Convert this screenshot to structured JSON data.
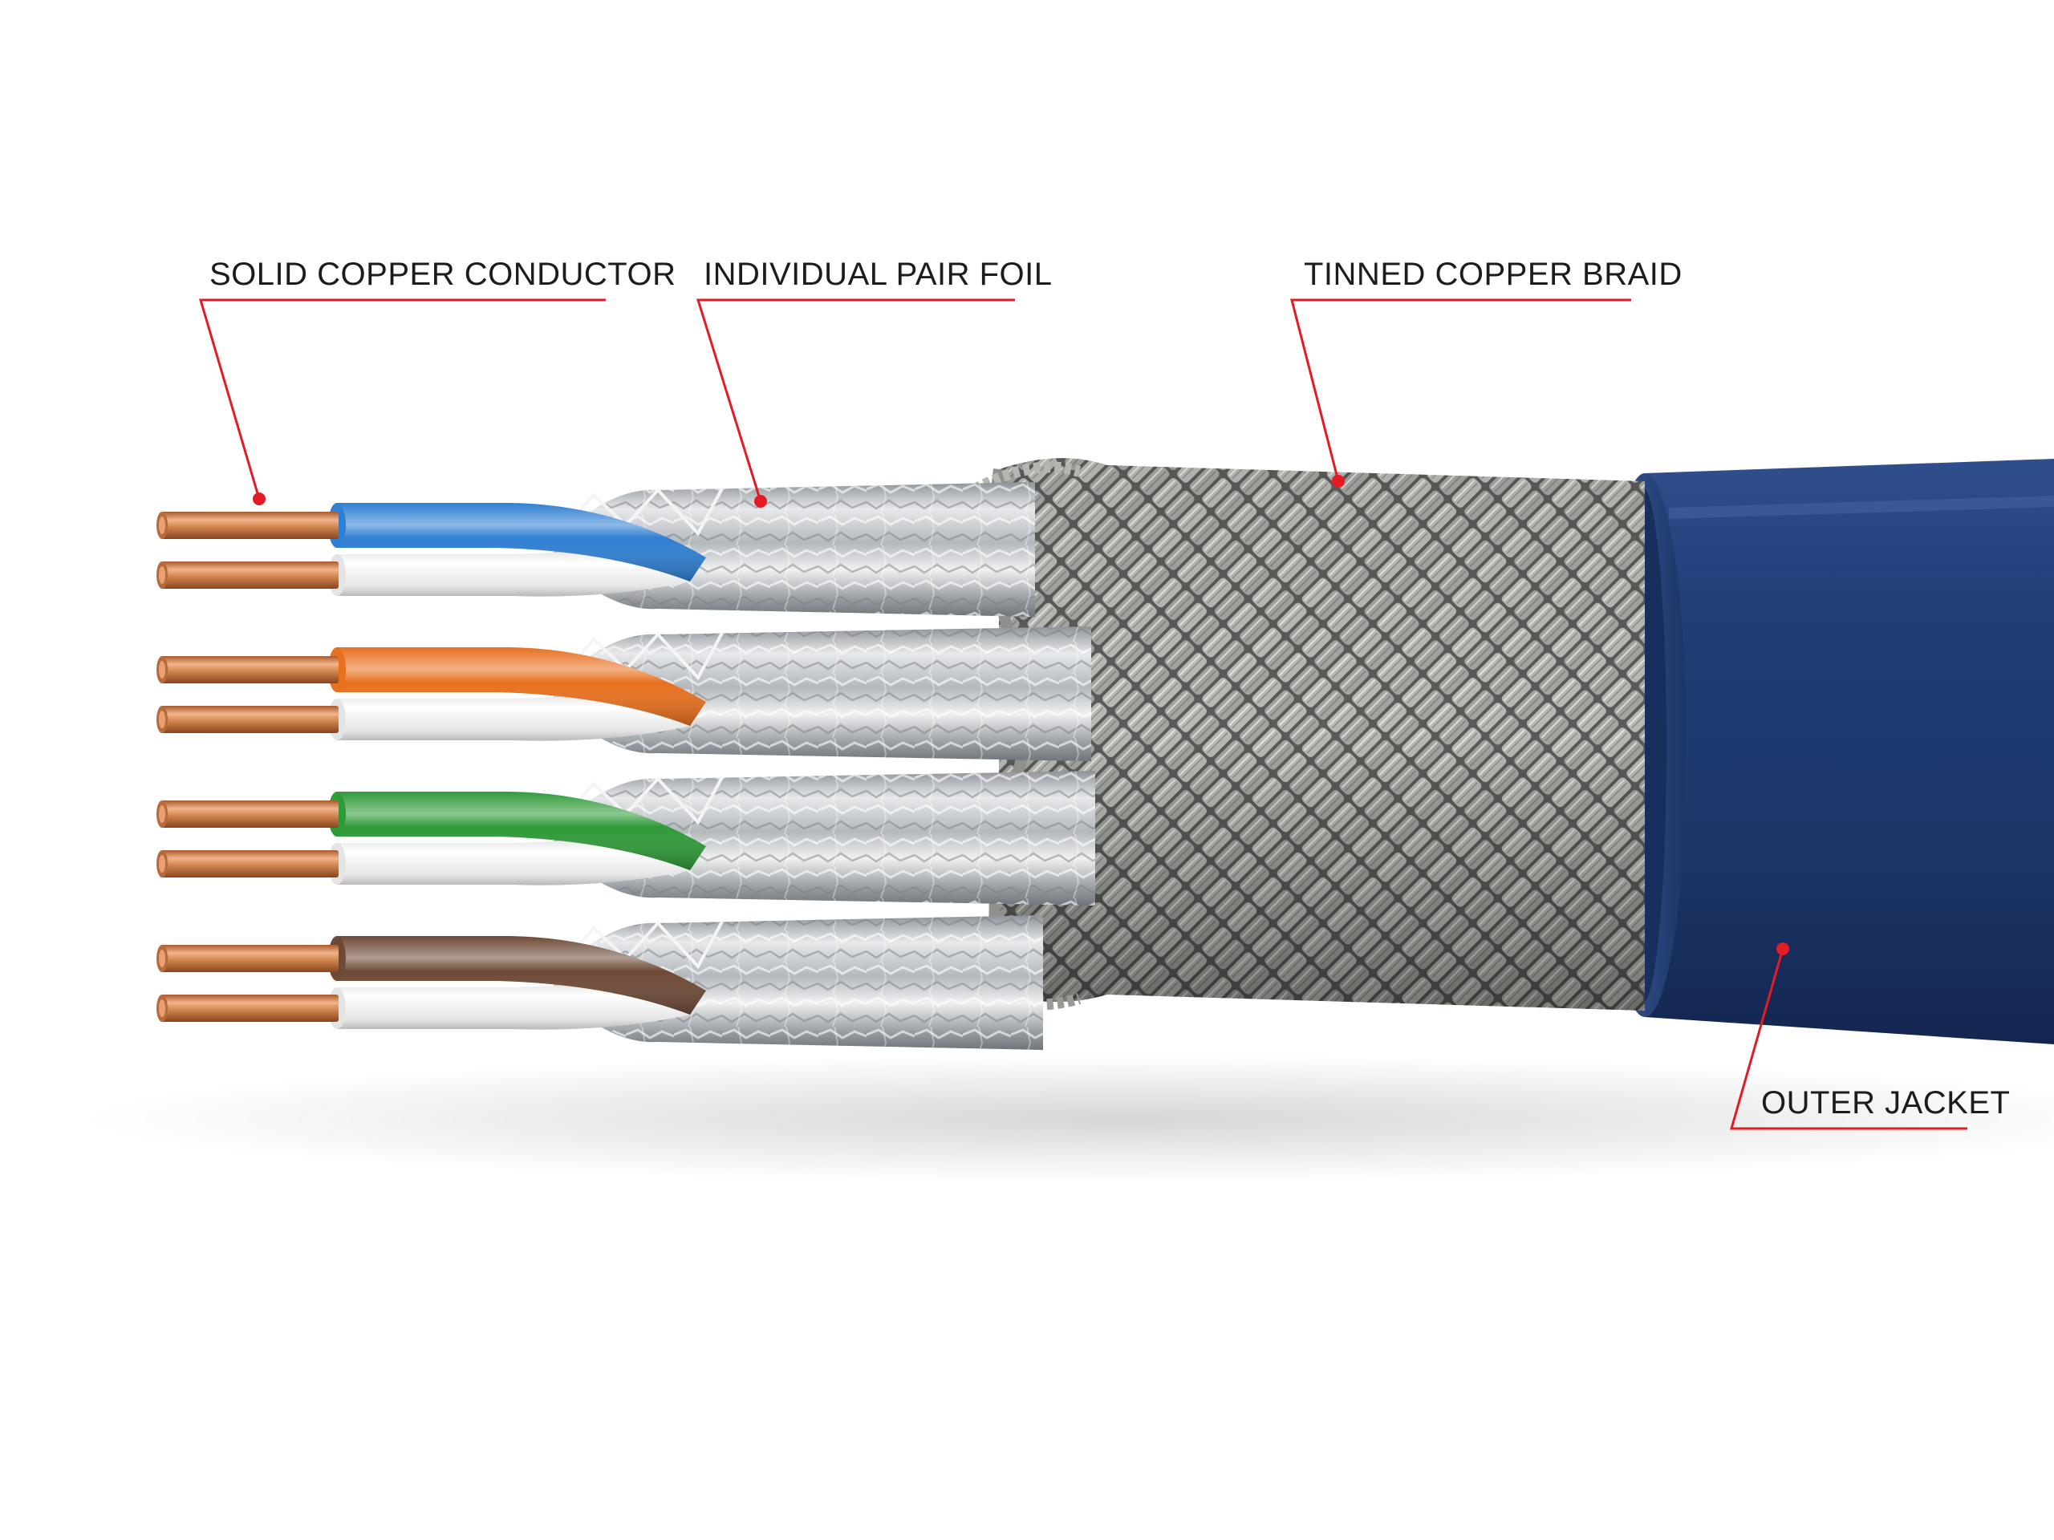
{
  "labels": {
    "conductor": "SOLID COPPER CONDUCTOR",
    "pair_foil": "INDIVIDUAL PAIR FOIL",
    "braid": "TINNED COPPER BRAID",
    "jacket": "OUTER JACKET"
  },
  "colors": {
    "leader": "#e41b23",
    "jacket": "#1f3a6e",
    "copper": "#d2874f",
    "foil": "#c9cdd1",
    "braid": "#9a9a96",
    "pair_blue": "#2f7fd2",
    "pair_orange": "#e8701f",
    "pair_green": "#2f9a38",
    "pair_brown": "#6e4a36",
    "insulation_white": "#f1f1f1"
  },
  "pairs": [
    {
      "color_name": "blue",
      "hex": "#2f7fd2"
    },
    {
      "color_name": "orange",
      "hex": "#e8701f"
    },
    {
      "color_name": "green",
      "hex": "#2f9a38"
    },
    {
      "color_name": "brown",
      "hex": "#6e4a36"
    }
  ]
}
